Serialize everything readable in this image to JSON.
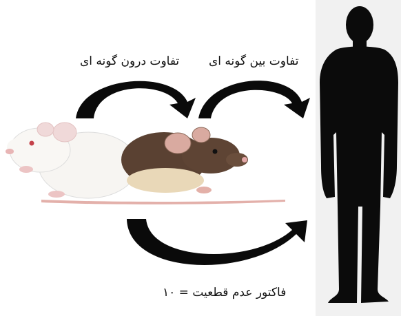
{
  "labels": {
    "intra_species": "تفاوت درون گونه ای",
    "inter_species": "تفاوت بین گونه ای",
    "uncertainty_factor": "فاکتور عدم قطعیت = ۱۰"
  },
  "colors": {
    "arrow": "#0a0a0a",
    "human_silhouette": "#0b0b0b",
    "white_mouse": "#f7f5f2",
    "brown_mouse": "#5a4132",
    "panel": "#f1f1f1"
  },
  "icons": {
    "white_mouse": "white-mouse-icon",
    "brown_mouse": "brown-mouse-icon",
    "human": "human-silhouette-icon"
  }
}
